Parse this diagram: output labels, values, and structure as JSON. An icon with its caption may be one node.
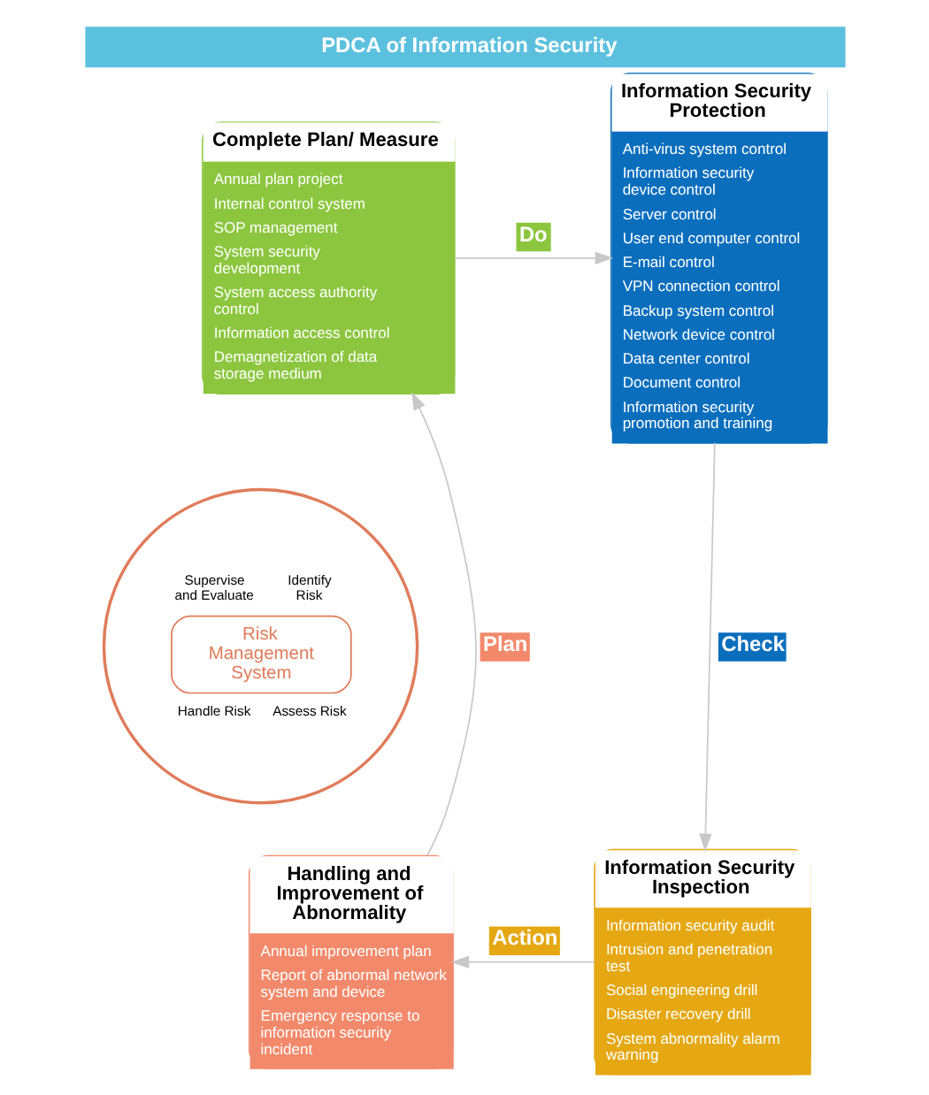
{
  "diagram": {
    "title": "PDCA of Information Security",
    "nodes": [
      {
        "text": [
          "Complete Plan/ Measure",
          "Annual plan project",
          "Internal control system",
          "SOP management",
          "System security development",
          "System access authority control",
          "Information access control",
          "Demagnetization of data storage medium"
        ]
      },
      {
        "text": [
          "Information Security Protection",
          "Anti-virus system control",
          "Information security device control",
          "Server control",
          "User end computer control",
          "E-mail control",
          "VPN connection control",
          "Backup system control",
          "Network device control",
          "Data center control",
          "Document control",
          "Information security promotion and training"
        ]
      },
      {
        "text": [
          "Information Security Inspection",
          "Information security audit",
          "Intrusion and penetration test",
          "Social engineering drill",
          "Disaster recovery drill",
          "System abnormality alarm warning"
        ]
      },
      {
        "text": [
          "Handling and Improvement of Abnormality",
          "Annual improvement plan",
          "Report of abnormal network system and device",
          "Emergency response to information security incident"
        ]
      },
      {
        "text": [
          "Supervise and Evaluate",
          "Identify Risk",
          "Risk Management System",
          "Handle Risk",
          "Assess Risk"
        ]
      }
    ],
    "edges": [
      {
        "from": 0,
        "to": 1,
        "arrow": "to",
        "label": "Do"
      },
      {
        "from": 1,
        "to": 2,
        "arrow": "to",
        "label": "Check"
      },
      {
        "from": 2,
        "to": 3,
        "arrow": "to",
        "label": "Action"
      },
      {
        "from": 3,
        "to": 0,
        "arrow": "to",
        "label": "Plan"
      }
    ]
  }
}
